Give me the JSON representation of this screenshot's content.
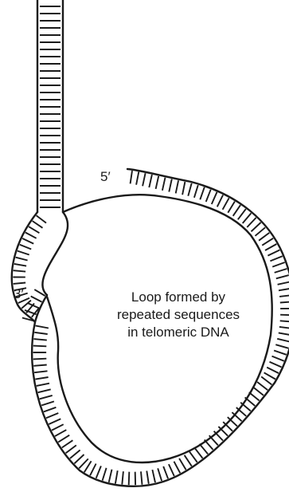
{
  "labels": {
    "five_prime": "5′",
    "three_prime": "3′",
    "loop_caption": [
      "Loop formed by",
      "repeated sequences",
      "in telomeric DNA"
    ]
  },
  "colors": {
    "line": "#1a1a1a",
    "background": "#ffffff"
  }
}
